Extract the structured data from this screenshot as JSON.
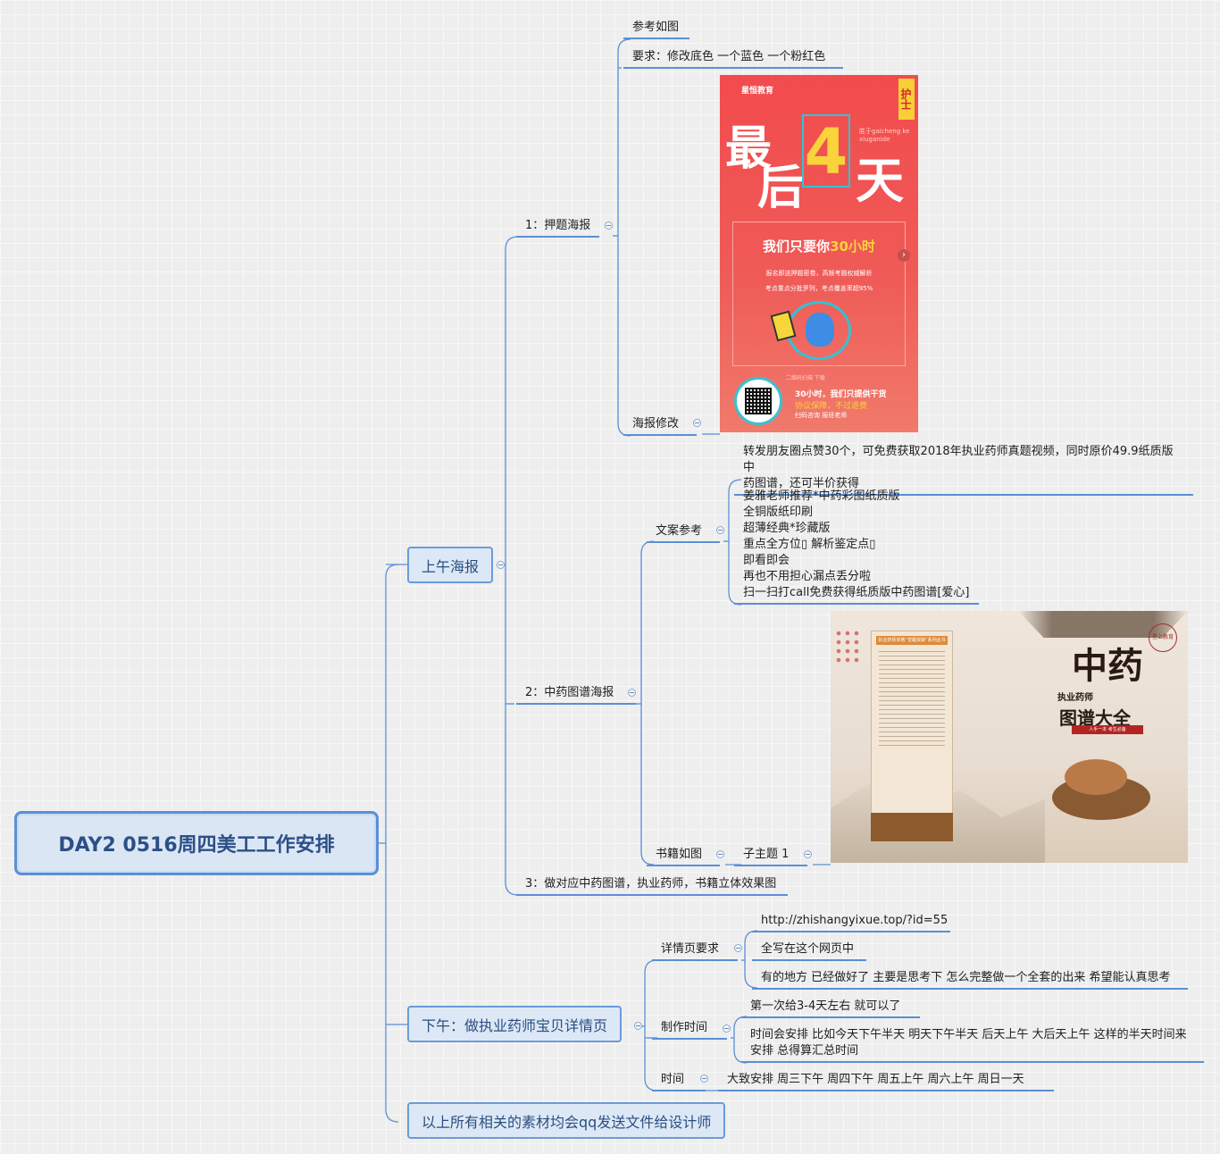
{
  "root": {
    "title": "DAY2  0516周四美工工作安排"
  },
  "morning": {
    "label": "上午海报",
    "b1": {
      "label": "1：押题海报",
      "ref": "参考如图",
      "req": "要求：修改底色  一个蓝色 一个粉红色",
      "mod": "海报修改",
      "poster": {
        "logo": "星恒教育",
        "tag": "护士",
        "w1": "最",
        "w2": "后",
        "four": "4",
        "w3": "天",
        "sub": "胜于gaicheng  ke xiuganide",
        "headline_pre": "我们只要你",
        "headline_hl": "30小时",
        "line1": "报名即送押题密卷，高频考题权威解析",
        "line2": "考点重点分批罗列，考点覆盖率超95%",
        "qr_caption": "二维码扫描 下载",
        "b1": "30小时，我们只提供干货",
        "b2": "协议保障，不过退费",
        "b3": "扫码咨询  报班老师"
      }
    },
    "b2": {
      "label": "2：中药图谱海报",
      "copy": {
        "label": "文案参考",
        "item1": [
          "转发朋友圈点赞30个，可免费获取2018年执业药师真题视频，同时原价49.9纸质版中",
          "药图谱，还可半价获得"
        ],
        "item2": [
          "姜雅老师推荐*中药彩图纸质版",
          "全铜版纸印刷",
          "超薄经典*珍藏版",
          "重点全方位▯ 解析鉴定点▯",
          "即看即会",
          "再也不用担心漏点丢分啦",
          "扫一扫打call免费获得纸质版中药图谱[爱心]"
        ]
      },
      "book": {
        "label": "书籍如图",
        "child": "子主题 1",
        "poster": {
          "left_header": "执业药师资格“觉醒突破”系列丛书",
          "title": "中药",
          "sub": "执业药师",
          "title2": "图谱大全",
          "tagline": "人手一本 考生必备",
          "seal": "星上教育"
        }
      }
    },
    "b3": {
      "label": "3：做对应中药图谱，执业药师，书籍立体效果图"
    }
  },
  "afternoon": {
    "label": "下午：做执业药师宝贝详情页",
    "detail": {
      "label": "详情页要求",
      "items": [
        "http://zhishangyixue.top/?id=55",
        "全写在这个网页中",
        "有的地方 已经做好了  主要是思考下 怎么完整做一个全套的出来  希望能认真思考"
      ]
    },
    "make": {
      "label": "制作时间",
      "item1": "第一次给3-4天左右 就可以了",
      "item2": [
        "时间会安排 比如今天下午半天 明天下午半天  后天上午  大后天上午 这样的半天时间来",
        "安排  总得算汇总时间"
      ]
    },
    "time": {
      "label": "时间",
      "item": "大致安排  周三下午  周四下午   周五上午  周六上午  周日一天"
    }
  },
  "footer_note": {
    "label": "以上所有相关的素材均会qq发送文件给设计师"
  },
  "colors": {
    "line": "#5b8fd6",
    "bg": "#eeeeee",
    "box": "#dde8f6"
  }
}
